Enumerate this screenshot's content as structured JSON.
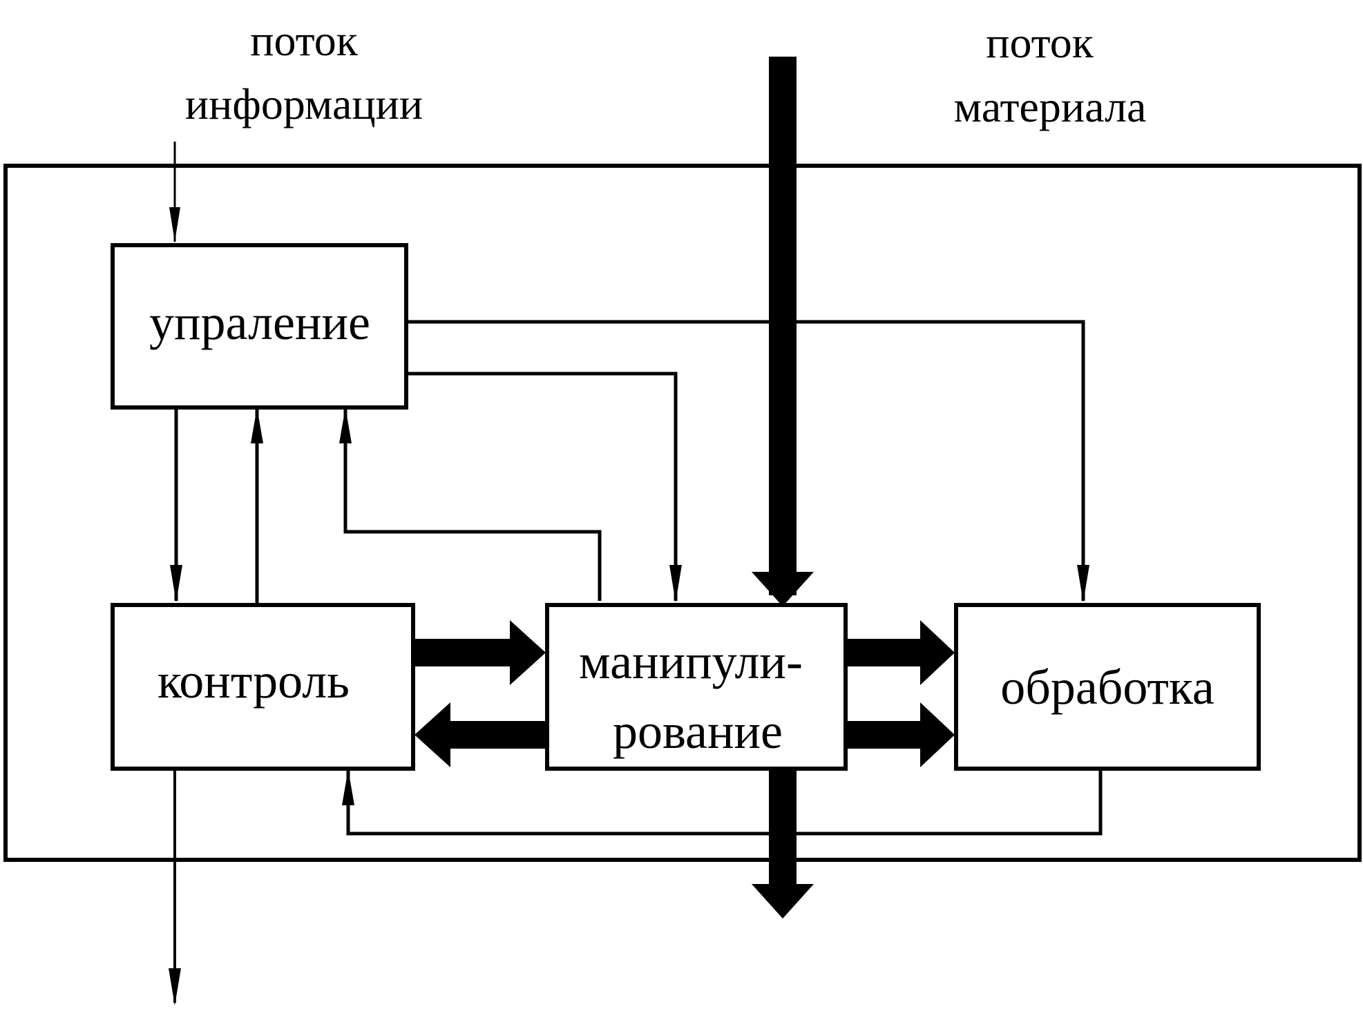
{
  "labels": {
    "info_flow": [
      "поток",
      "информации"
    ],
    "material_flow": [
      "поток",
      "материала"
    ]
  },
  "blocks": {
    "control": "упраление",
    "monitoring": "контроль",
    "manipulation": [
      "манипули-",
      "рование"
    ],
    "processing": "обработка"
  },
  "colors": {
    "line": "#000000",
    "background": "#ffffff"
  }
}
